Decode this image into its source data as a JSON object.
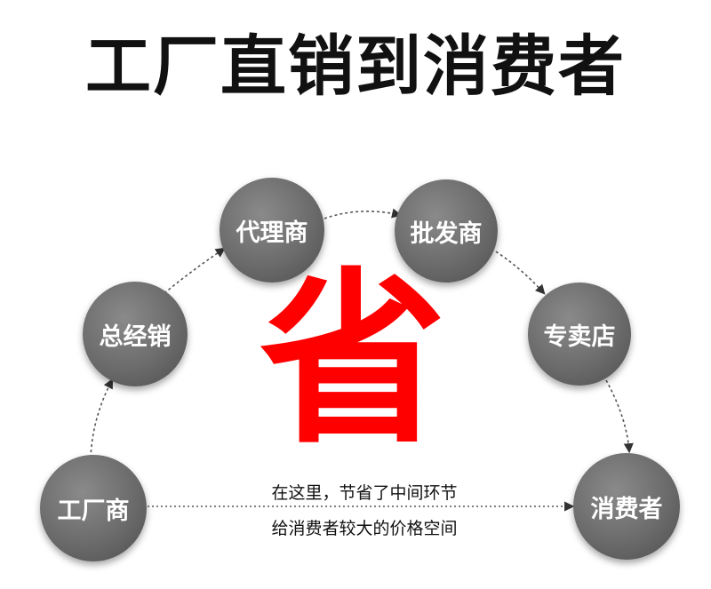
{
  "title": "工厂直销到消费者",
  "nodes": {
    "factory": "工厂商",
    "general": "总经销",
    "agent": "代理商",
    "wholesaler": "批发商",
    "store": "专卖店",
    "consumer": "消费者"
  },
  "save_char": "省",
  "note": {
    "line1": "在这里，节省了中间环节",
    "line2": "给消费者较大的价格空间"
  },
  "colors": {
    "node": "#6b6b6b",
    "save": "#ff0000",
    "title": "#111111",
    "connector": "#555555"
  }
}
